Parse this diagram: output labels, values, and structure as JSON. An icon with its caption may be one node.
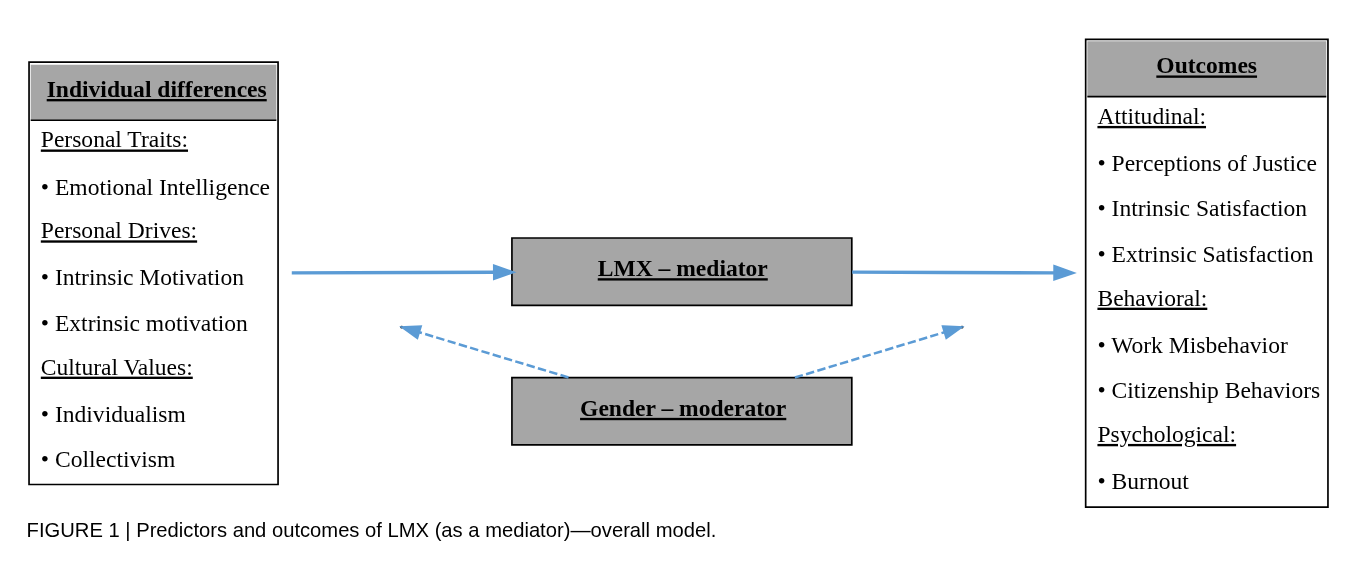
{
  "diagram": {
    "caption": "FIGURE 1 | Predictors and outcomes of LMX (as a mediator)—overall model.",
    "nodes": [
      {
        "text": [
          "Individual differences",
          "Personal Traits:",
          "• Emotional Intelligence",
          "Personal Drives:",
          "• Intrinsic Motivation",
          "• Extrinsic motivation",
          "Cultural Values:",
          "• Individualism",
          "• Collectivism"
        ]
      },
      {
        "text": [
          "Gender – moderator"
        ]
      },
      {
        "text": [
          "LMX – mediator"
        ]
      },
      {
        "text": [
          "Outcomes",
          "Attitudinal:",
          "• Perceptions of Justice",
          "• Intrinsic Satisfaction",
          "• Extrinsic Satisfaction",
          "Behavioral:",
          "• Work Misbehavior",
          "• Citizenship Behaviors",
          "Psychological:",
          "• Burnout"
        ]
      }
    ],
    "edges": [
      {
        "from": 0,
        "to": 2,
        "arrow": "to"
      },
      {
        "from": 2,
        "to": 3,
        "arrow": "to"
      },
      {
        "from": 1,
        "to": null,
        "arrow": "to",
        "style": "dashed"
      },
      {
        "from": 1,
        "to": null,
        "arrow": "to",
        "style": "dashed"
      }
    ]
  }
}
